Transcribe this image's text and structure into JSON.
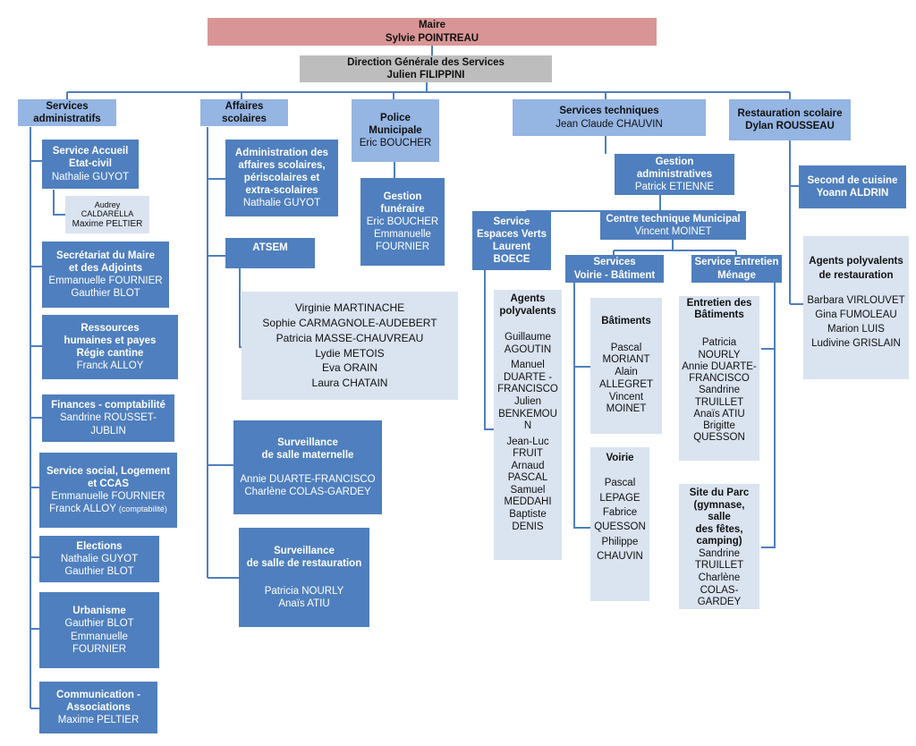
{
  "maire": {
    "title": "Maire",
    "name": "Sylvie POINTREAU"
  },
  "dgs": {
    "title": "Direction Générale des Services",
    "name": "Julien FILIPPINI"
  },
  "services_admin": {
    "title_1": "Services",
    "title_2": "administratifs",
    "accueil": {
      "t1": "Service Accueil",
      "t2": "Etat-civil",
      "name": "Nathalie GUYOT"
    },
    "accueil_sub": {
      "n1": "Audrey",
      "n2": "CALDARELLA",
      "n3": "Maxime PELTIER"
    },
    "secretariat": {
      "t1": "Secrétariat du Maire",
      "t2": "et des Adjoints",
      "n1": "Emmanuelle FOURNIER",
      "n2": "Gauthier BLOT"
    },
    "rh": {
      "t1": "Ressources",
      "t2": "humaines et payes",
      "t3": "Régie cantine",
      "name": "Franck ALLOY"
    },
    "finances": {
      "t1": "Finances - comptabilité",
      "n1": "Sandrine ROUSSET-",
      "n2": "JUBLIN"
    },
    "social": {
      "t1": "Service social, Logement",
      "t2": "et CCAS",
      "n1": "Emmanuelle FOURNIER",
      "n2": "Franck ALLOY",
      "n2_note": "(comptabilité)"
    },
    "elections": {
      "t1": "Elections",
      "n1": "Nathalie GUYOT",
      "n2": "Gauthier BLOT"
    },
    "urbanisme": {
      "t1": "Urbanisme",
      "n1": "Gauthier BLOT",
      "n2": "Emmanuelle",
      "n3": "FOURNIER"
    },
    "communication": {
      "t1": "Communication -",
      "t2": "Associations",
      "name": "Maxime PELTIER"
    }
  },
  "affaires": {
    "title_1": "Affaires",
    "title_2": "scolaires",
    "admin": {
      "t1": "Administration des",
      "t2": "affaires scolaires,",
      "t3": "périscolaires et",
      "t4": "extra-scolaires",
      "name": "Nathalie GUYOT"
    },
    "atsem": {
      "title": "ATSEM",
      "names": [
        "Virginie MARTINACHE",
        "Sophie CARMAGNOLE-AUDEBERT",
        "Patricia MASSE-CHAUVREAU",
        "Lydie METOIS",
        "Eva ORAIN",
        "Laura CHATAIN"
      ]
    },
    "maternelle": {
      "t1": "Surveillance",
      "t2": "de salle maternelle",
      "n1": "Annie DUARTE-FRANCISCO",
      "n2": "Charlène COLAS-GARDEY"
    },
    "restauration": {
      "t1": "Surveillance",
      "t2": "de salle de restauration",
      "n1": "Patricia NOURLY",
      "n2": "Anaïs ATIU"
    }
  },
  "police": {
    "t1": "Police",
    "t2": "Municipale",
    "name": "Eric BOUCHER"
  },
  "funeraire": {
    "t1": "Gestion",
    "t2": "funéraire",
    "n1": "Eric BOUCHER",
    "n2": "Emmanuelle",
    "n3": "FOURNIER"
  },
  "techniques": {
    "title": "Services techniques",
    "name": "Jean Claude CHAUVIN",
    "gestion": {
      "t1": "Gestion",
      "t2": "administratives",
      "name": "Patrick ETIENNE"
    },
    "espaces": {
      "t1": "Service",
      "t2": "Espaces Verts",
      "n1": "Laurent",
      "n2": "BOECE"
    },
    "agents": {
      "t1": "Agents",
      "t2": "polyvalents",
      "names": [
        "Guillaume",
        "AGOUTIN",
        "Manuel",
        "DUARTE -",
        "FRANCISCO",
        "Julien",
        "BENKEMOU",
        "N",
        "Jean-Luc",
        "FRUIT",
        "Arnaud",
        "PASCAL",
        "Samuel",
        "MEDDAHI",
        "Baptiste",
        "DENIS"
      ]
    },
    "ctm": {
      "title": "Centre technique Municipal",
      "name": "Vincent MOINET"
    },
    "voirie_bat": {
      "t1": "Services",
      "t2": "Voirie - Bâtiment"
    },
    "batiments": {
      "title": "Bâtiments",
      "names": [
        "Pascal",
        "MORIANT",
        "Alain",
        "ALLEGRET",
        "Vincent",
        "MOINET"
      ]
    },
    "voirie": {
      "title": "Voirie",
      "names": [
        "Pascal",
        "LEPAGE",
        "Fabrice",
        "QUESSON",
        "Philippe",
        "CHAUVIN"
      ]
    },
    "entretien": {
      "t1": "Service Entretien",
      "t2": "Ménage"
    },
    "entretien_bat": {
      "t1": "Entretien des",
      "t2": "Bâtiments",
      "names": [
        "Patricia",
        "NOURLY",
        "Annie DUARTE-",
        "FRANCISCO",
        "Sandrine",
        "TRUILLET",
        "Anaïs ATIU",
        "Brigitte",
        "QUESSON"
      ]
    },
    "parc": {
      "t1": "Site du Parc",
      "t2": "(gymnase, salle",
      "t3": "des fêtes,",
      "t4": "camping)",
      "names": [
        "Sandrine",
        "TRUILLET",
        "Charlène",
        "COLAS-",
        "GARDEY"
      ]
    }
  },
  "restauration_scolaire": {
    "title": "Restauration scolaire",
    "name": "Dylan ROUSSEAU",
    "second": {
      "title": "Second de cuisine",
      "name": "Yoann ALDRIN"
    },
    "agents": {
      "t1": "Agents polyvalents",
      "t2": "de restauration",
      "names": [
        "Barbara VIRLOUVET",
        "Gina FUMOLEAU",
        "Marion LUIS",
        "Ludivine GRISLAIN"
      ]
    }
  }
}
